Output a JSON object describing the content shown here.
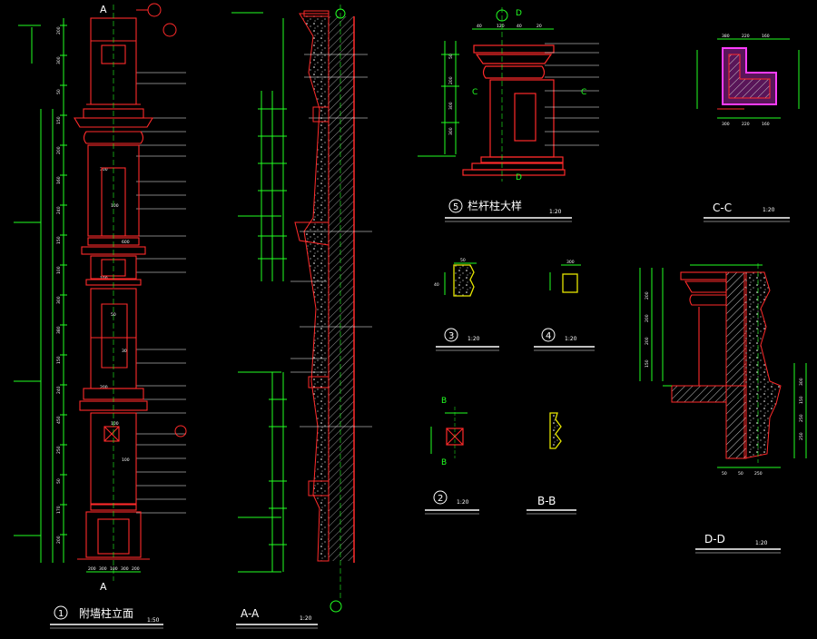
{
  "colors": {
    "background": "#000000",
    "outline": "#ff2a2a",
    "dimension": "#22ff22",
    "text": "#ffffff",
    "axis_bubble": "#22ff22",
    "section_fill": "#ff3cff",
    "cut_marker": "#ff2a2a"
  },
  "titles": {
    "t1": {
      "num": "1",
      "name": "附墙柱立面",
      "scale": "1:50"
    },
    "aa": {
      "name": "A-A",
      "scale": "1:20"
    },
    "t5": {
      "num": "5",
      "name": "栏杆柱大样",
      "scale": "1:20"
    },
    "cc": {
      "name": "C-C",
      "scale": "1:20"
    },
    "t3": {
      "num": "3",
      "scale": "1:20"
    },
    "t4": {
      "num": "4",
      "scale": "1:20"
    },
    "t2": {
      "num": "2",
      "scale": "1:20"
    },
    "bb": {
      "name": "B-B"
    },
    "dd": {
      "name": "D-D",
      "scale": "1:20"
    }
  },
  "markers": {
    "a": "A",
    "b": "B",
    "c": "C",
    "d": "D"
  },
  "dims": {
    "e1_top": [
      "200",
      "300",
      "50",
      "150",
      "200",
      "160",
      "240",
      "150",
      "100",
      "300",
      "380",
      "150",
      "240",
      "450",
      "250",
      "50",
      "170",
      "200"
    ],
    "e1_widths": [
      "300",
      "100",
      "600",
      "100",
      "50",
      "30",
      "200",
      "100",
      "100"
    ],
    "e1_bottom": [
      "200",
      "300",
      "100",
      "300",
      "200"
    ],
    "p5": [
      "40",
      "120",
      "40",
      "20",
      "50",
      "200",
      "300",
      "300"
    ],
    "cc": [
      "380",
      "220",
      "160",
      "300",
      "220",
      "160"
    ],
    "d3": [
      "50",
      "40"
    ],
    "d4": [
      "300"
    ],
    "dd": [
      "200",
      "200",
      "200",
      "150",
      "300",
      "150",
      "250",
      "250",
      "50",
      "50",
      "250"
    ]
  }
}
